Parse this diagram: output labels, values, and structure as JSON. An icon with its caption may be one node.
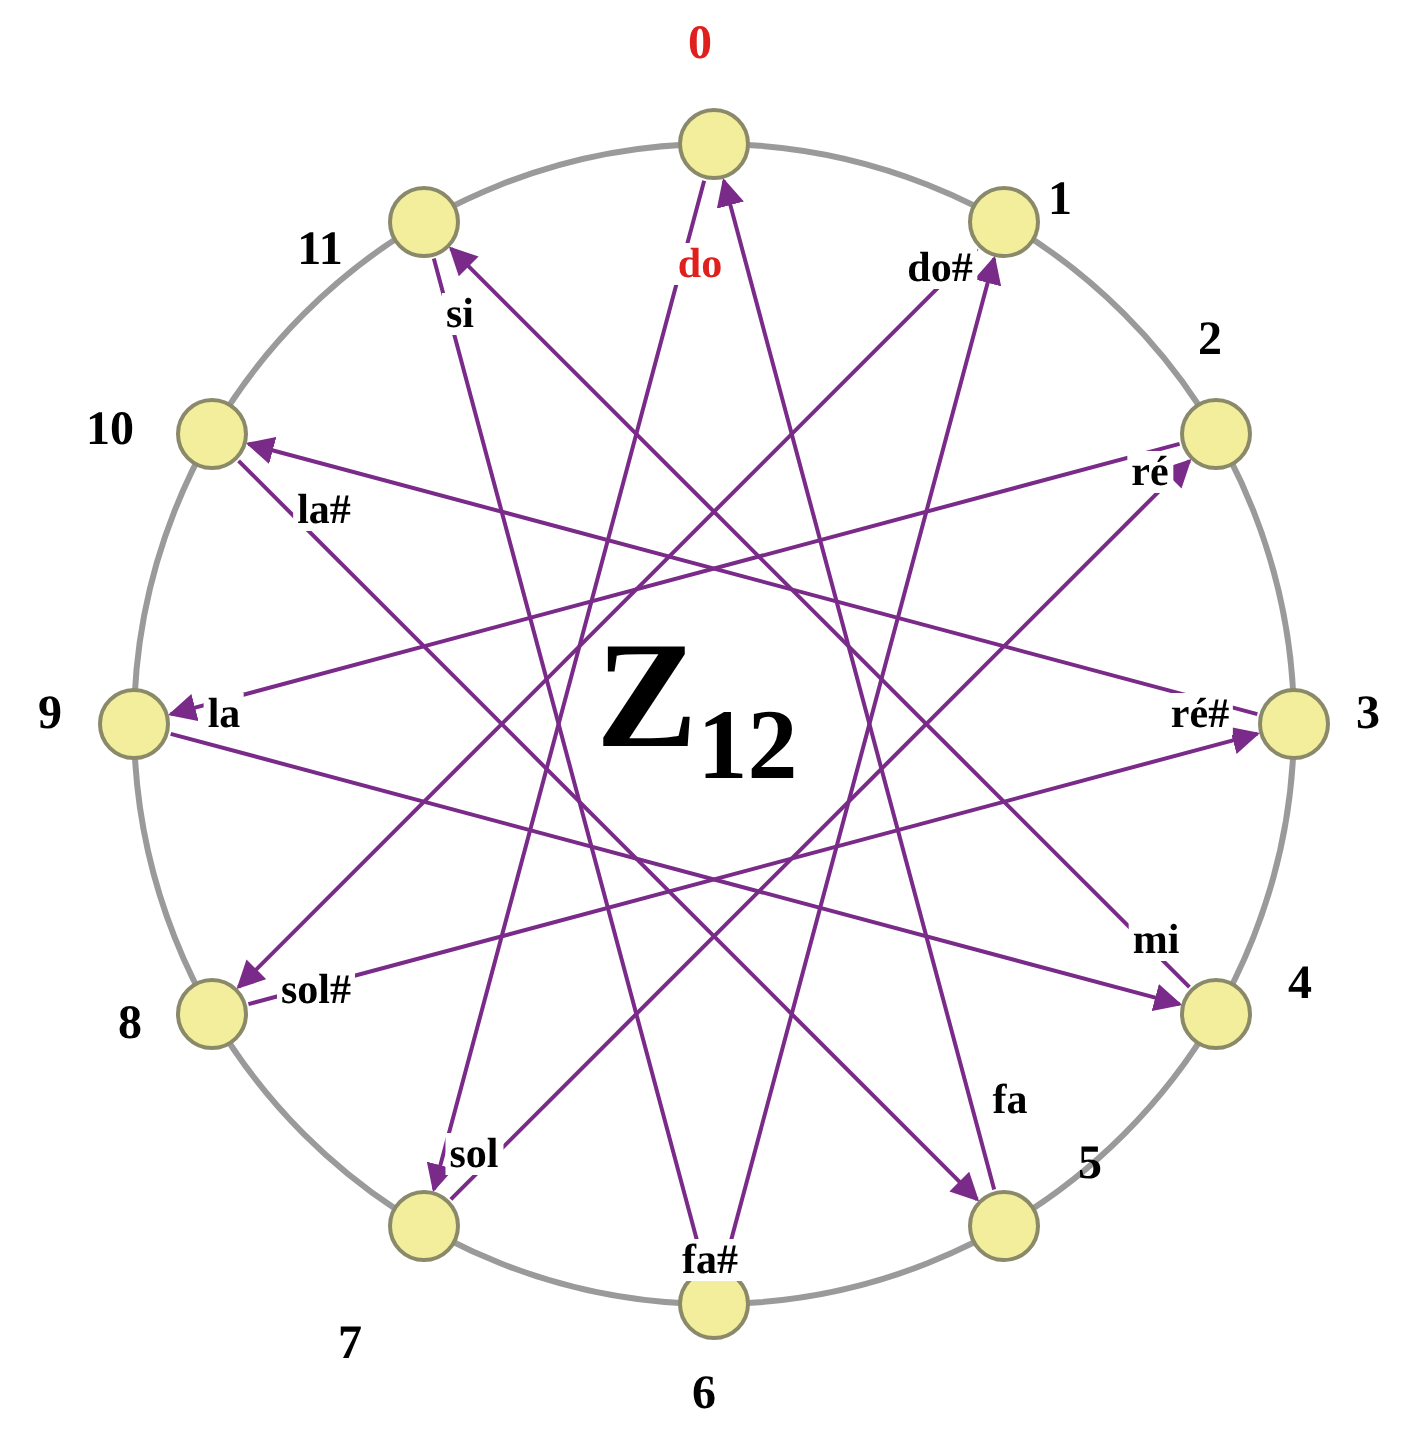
{
  "diagram": {
    "nodes": [
      {
        "text": [
          "0",
          "do"
        ]
      },
      {
        "text": [
          "1",
          "do#"
        ]
      },
      {
        "text": [
          "2",
          "ré"
        ]
      },
      {
        "text": [
          "ré#",
          "3"
        ]
      },
      {
        "text": [
          "4",
          "mi"
        ]
      },
      {
        "text": [
          "5",
          "fa"
        ]
      },
      {
        "text": [
          "fa#",
          "6"
        ]
      },
      {
        "text": [
          "7",
          "sol"
        ]
      },
      {
        "text": [
          "8",
          "sol#"
        ]
      },
      {
        "text": [
          "9",
          "la"
        ]
      },
      {
        "text": [
          "10",
          "la#"
        ]
      },
      {
        "text": [
          "11",
          "si"
        ]
      }
    ],
    "edges": [
      {
        "from": 0,
        "to": 7,
        "arrow": "to"
      },
      {
        "from": 7,
        "to": 2,
        "arrow": "to"
      },
      {
        "from": 2,
        "to": 9,
        "arrow": "to"
      },
      {
        "from": 9,
        "to": 4,
        "arrow": "to"
      },
      {
        "from": 4,
        "to": 11,
        "arrow": "to"
      },
      {
        "from": 11,
        "to": 6,
        "arrow": "to"
      },
      {
        "from": 6,
        "to": 1,
        "arrow": "to"
      },
      {
        "from": 1,
        "to": 8,
        "arrow": "to"
      },
      {
        "from": 8,
        "to": 3,
        "arrow": "to"
      },
      {
        "from": 3,
        "to": 10,
        "arrow": "to"
      },
      {
        "from": 10,
        "to": 5,
        "arrow": "to"
      },
      {
        "from": 5,
        "to": 0,
        "arrow": "to"
      }
    ],
    "labels": [
      "Z$_{12}$"
    ]
  }
}
